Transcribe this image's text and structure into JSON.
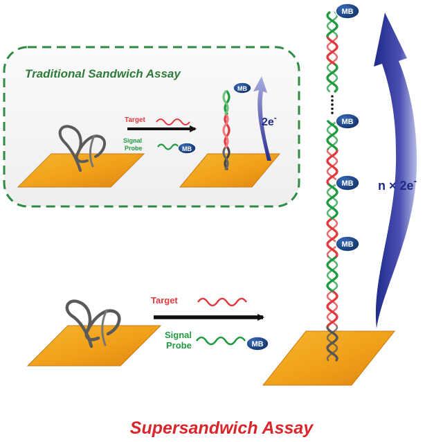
{
  "inset": {
    "title": "Traditional Sandwich Assay",
    "target_label": "Target",
    "signal_label_line1": "Signal",
    "signal_label_line2": "Probe",
    "mb_label": "MB",
    "electron_label": "2e",
    "electron_superscript": "-"
  },
  "main": {
    "title": "Supersandwich Assay",
    "target_label": "Target",
    "signal_label_line1": "Signal",
    "signal_label_line2": "Probe",
    "mb_label": "MB",
    "electron_label": "n × 2e",
    "electron_superscript": "-"
  },
  "colors": {
    "title_red": "#d9262b",
    "inset_title_green": "#2e7a3a",
    "target_red": "#e03a3e",
    "probe_green": "#1f9a3f",
    "strand_gray": "#555555",
    "electrode_orange": "#f2a019",
    "mb_blue": "#17407e",
    "electron_arrow_blue": "#2f2f9a",
    "inset_border_green": "#2f8a43"
  }
}
